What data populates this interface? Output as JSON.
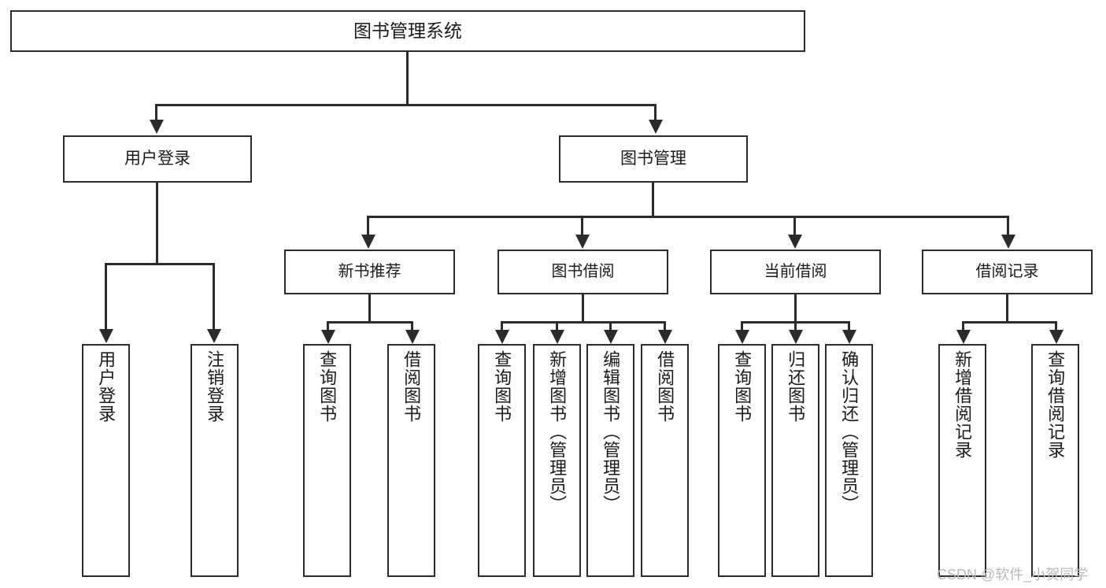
{
  "diagram": {
    "title": "图书管理系统",
    "type": "functional-structure-tree",
    "watermark": "CSDN @软件_小贺同学"
  },
  "root": {
    "label": "图书管理系统"
  },
  "level2": [
    {
      "label": "用户登录"
    },
    {
      "label": "图书管理"
    }
  ],
  "level3": [
    {
      "label": "新书推荐"
    },
    {
      "label": "图书借阅"
    },
    {
      "label": "当前借阅"
    },
    {
      "label": "借阅记录"
    }
  ],
  "leaves": {
    "user_login": [
      {
        "label": "用户登录"
      },
      {
        "label": "注销登录"
      }
    ],
    "new_book": [
      {
        "label": "查询图书"
      },
      {
        "label": "借阅图书"
      }
    ],
    "book_borrow": [
      {
        "label": "查询图书"
      },
      {
        "label": "新增图书（管理员）"
      },
      {
        "label": "编辑图书（管理员）"
      },
      {
        "label": "借阅图书"
      }
    ],
    "current_borrow": [
      {
        "label": "查询图书"
      },
      {
        "label": "归还图书"
      },
      {
        "label": "确认归还（管理员）"
      }
    ],
    "borrow_record": [
      {
        "label": "新增借阅记录"
      },
      {
        "label": "查询借阅记录"
      }
    ]
  },
  "colors": {
    "stroke": "#2b2b2b",
    "fill": "#ffffff",
    "text": "#1a1a1a",
    "watermark": "#b9b9b9"
  }
}
